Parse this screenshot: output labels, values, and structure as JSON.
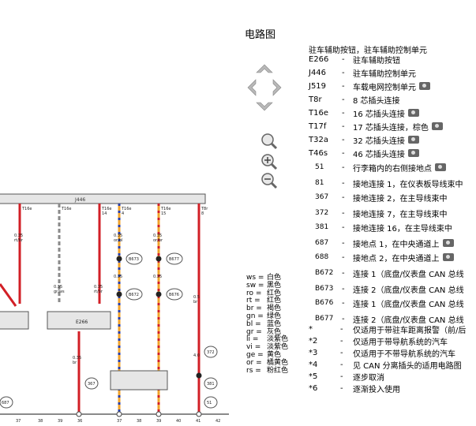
{
  "title": "电路图",
  "legend_heading": "驻车辅助按钮，驻车辅助控制单元",
  "components": [
    {
      "code": "E266",
      "desc": "驻车辅助按钮",
      "camera": false
    },
    {
      "code": "J446",
      "desc": "驻车辅助控制单元",
      "camera": false
    },
    {
      "code": "J519",
      "desc": "车载电网控制单元",
      "camera": true
    },
    {
      "code": "T8r",
      "desc": "8 芯插头连接",
      "camera": false
    },
    {
      "code": "T16e",
      "desc": "16 芯插头连接",
      "camera": true
    },
    {
      "code": "T17f",
      "desc": "17 芯插头连接，棕色",
      "camera": true
    },
    {
      "code": "T32a",
      "desc": "32 芯插头连接",
      "camera": true
    },
    {
      "code": "T46s",
      "desc": "46 芯插头连接",
      "camera": true
    }
  ],
  "grounds": [
    {
      "code": "51",
      "desc": "行李箱内的右侧接地点",
      "camera": true
    },
    {
      "code": "81",
      "desc": "接地连接 1，在仪表板导线束中",
      "camera": false
    },
    {
      "code": "367",
      "desc": "接地连接 2，在主导线束中",
      "camera": false
    },
    {
      "code": "372",
      "desc": "接地连接 7，在主导线束中",
      "camera": false
    },
    {
      "code": "381",
      "desc": "接地连接 16，在主导线束中",
      "camera": false
    },
    {
      "code": "687",
      "desc": "接地点 1，在中央通道上",
      "camera": true
    },
    {
      "code": "688",
      "desc": "接地点 2，在中央通道上",
      "camera": true
    },
    {
      "code": "B672",
      "desc": "连接 1（底盘/仪表盘 CAN 总线",
      "camera": false
    },
    {
      "code": "B673",
      "desc": "连接 2（底盘/仪表盘 CAN 总线",
      "camera": false
    },
    {
      "code": "B676",
      "desc": "连接 1（底盘/仪表盘 CAN 总线",
      "camera": false
    },
    {
      "code": "B677",
      "desc": "连接 2（底盘/仪表盘 CAN 总线",
      "camera": false
    }
  ],
  "notes": [
    {
      "key": "*",
      "desc": "仅适用于带驻车距离报警（前/后"
    },
    {
      "key": "*2",
      "desc": "仅适用于带导航系统的汽车"
    },
    {
      "key": "*3",
      "desc": "仅适用于不带导航系统的汽车"
    },
    {
      "key": "*4",
      "desc": "见 CAN 分离插头的适用电路图"
    },
    {
      "key": "*5",
      "desc": "逐步取消"
    },
    {
      "key": "*6",
      "desc": "逐渐投入使用"
    }
  ],
  "wire_colors": [
    {
      "code": "ws",
      "name": "白色"
    },
    {
      "code": "sw",
      "name": "黑色"
    },
    {
      "code": "ro",
      "name": "红色"
    },
    {
      "code": "rt",
      "name": "红色"
    },
    {
      "code": "br",
      "name": "褐色"
    },
    {
      "code": "gn",
      "name": "绿色"
    },
    {
      "code": "bl",
      "name": "蓝色"
    },
    {
      "code": "gr",
      "name": "灰色"
    },
    {
      "code": "li",
      "name": "淡紫色"
    },
    {
      "code": "vi",
      "name": "淡紫色"
    },
    {
      "code": "ge",
      "name": "黄色"
    },
    {
      "code": "or",
      "name": "橘黄色"
    },
    {
      "code": "rs",
      "name": "粉红色"
    }
  ],
  "diagram": {
    "unit_label": "J446",
    "e266_label": "E266",
    "connectors": [
      "T16e",
      "T16e",
      "T16e",
      "T16e",
      "T16e",
      "T8r"
    ],
    "pins": [
      "14",
      "4",
      "15",
      "8"
    ],
    "sizes": [
      "0.35",
      "0.35",
      "0.35",
      "0.35",
      "0.35",
      "0.35",
      "0.35",
      "0.35",
      "0.5",
      "4.0"
    ],
    "wire_codes": [
      "rt/br",
      "gr/ws",
      "rt/br",
      "or/bl",
      "or/br",
      "br",
      "br"
    ],
    "ground_refs": [
      "B673",
      "B677",
      "B672",
      "B676",
      "367",
      "372",
      "381",
      "51",
      "687"
    ],
    "bottom_numbers": [
      "37",
      "38",
      "39",
      "36",
      "37",
      "38",
      "39",
      "40",
      "41",
      "42"
    ],
    "colors": {
      "red": "#d21f26",
      "orange": "#f2a32a",
      "blue": "#2a3fa8",
      "gray": "#8a8a8a",
      "body": "#e6e6e6"
    }
  }
}
